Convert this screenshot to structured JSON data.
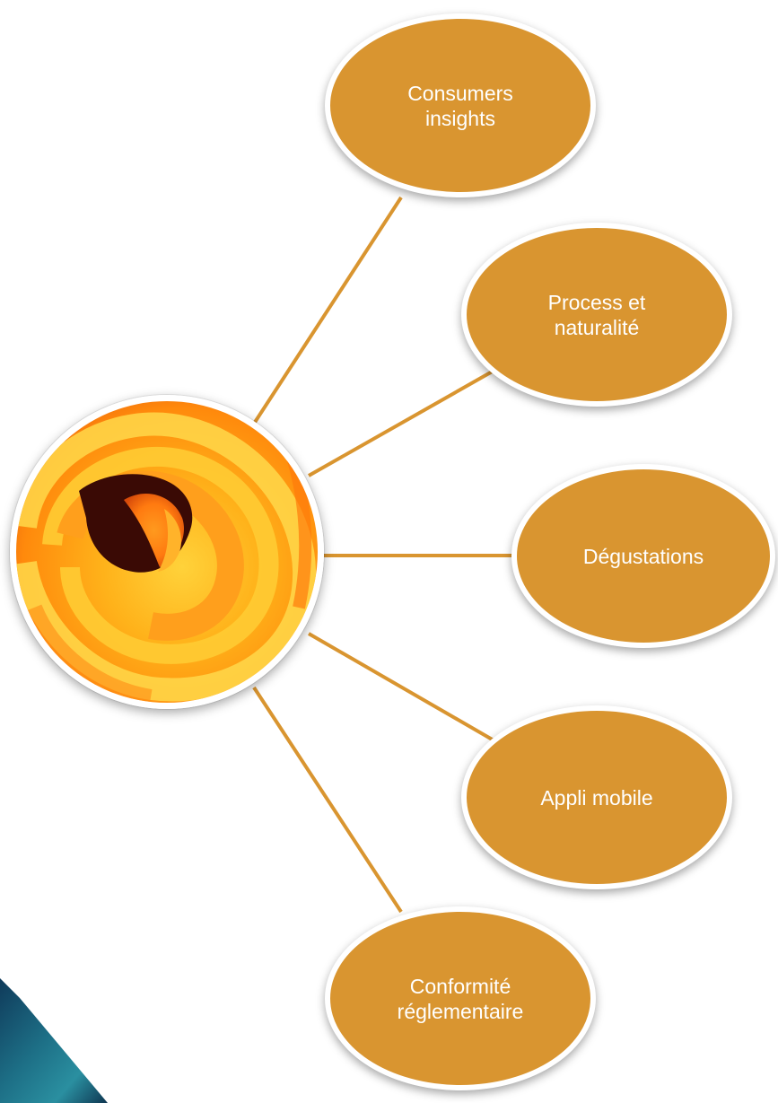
{
  "diagram": {
    "hub": {
      "image": "orange-peel-spiral-photo"
    },
    "nodes": [
      {
        "label": "Consumers\ninsights"
      },
      {
        "label": "Process et\nnaturalité"
      },
      {
        "label": "Dégustations"
      },
      {
        "label": "Appli mobile"
      },
      {
        "label": "Conformité\nréglementaire"
      }
    ],
    "colors": {
      "node_fill": "#d99530",
      "node_border": "#ffffff",
      "connector": "#d99530",
      "node_text": "#ffffff",
      "corner_accent": "#1a4f6e"
    }
  }
}
